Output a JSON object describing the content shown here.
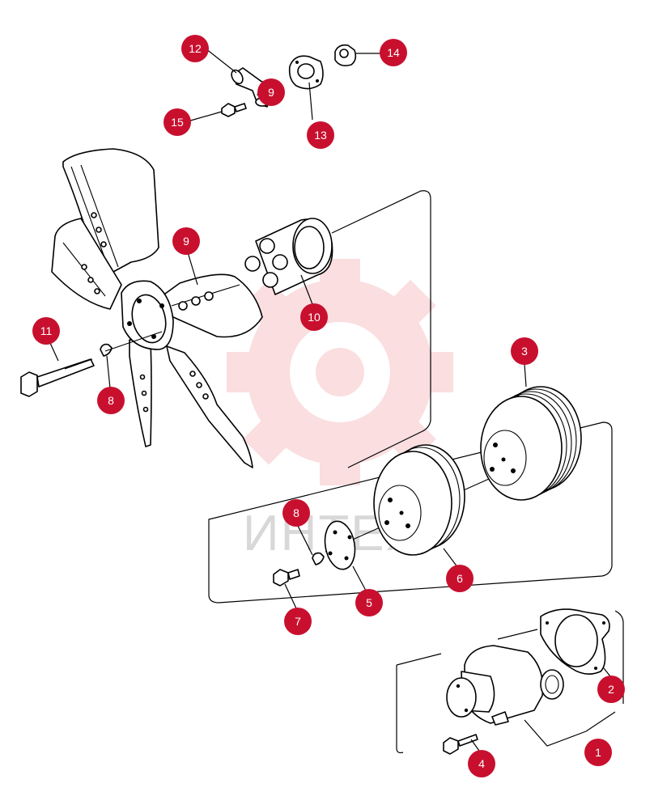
{
  "watermark": {
    "text": "ИНТЕХ",
    "color": "#e63946"
  },
  "callout_color": "#c8102e",
  "callouts": [
    {
      "id": "12",
      "name": "callout-12"
    },
    {
      "id": "14",
      "name": "callout-14"
    },
    {
      "id": "9",
      "name": "callout-9-top"
    },
    {
      "id": "15",
      "name": "callout-15"
    },
    {
      "id": "13",
      "name": "callout-13"
    },
    {
      "id": "9",
      "name": "callout-9-mid"
    },
    {
      "id": "10",
      "name": "callout-10"
    },
    {
      "id": "11",
      "name": "callout-11"
    },
    {
      "id": "8",
      "name": "callout-8-left"
    },
    {
      "id": "3",
      "name": "callout-3"
    },
    {
      "id": "8",
      "name": "callout-8-lower"
    },
    {
      "id": "6",
      "name": "callout-6"
    },
    {
      "id": "5",
      "name": "callout-5"
    },
    {
      "id": "7",
      "name": "callout-7"
    },
    {
      "id": "2",
      "name": "callout-2"
    },
    {
      "id": "1",
      "name": "callout-1"
    },
    {
      "id": "4",
      "name": "callout-4"
    }
  ]
}
